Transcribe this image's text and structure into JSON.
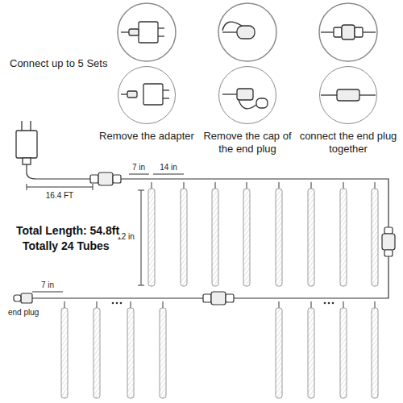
{
  "diagram": {
    "nodes": [
      {
        "text": [
          "Remove the adapter"
        ]
      },
      {
        "text": [
          "Remove the cap of the end plug"
        ]
      },
      {
        "text": [
          "connect the end plug together"
        ]
      }
    ],
    "labels": [
      "Connect up to 5 Sets",
      "7 in",
      "14 in",
      "16.4 FT",
      "12 in",
      "Total Length: 54.8ft",
      "Totally 24 Tubes",
      "7 in",
      "end plug"
    ]
  }
}
